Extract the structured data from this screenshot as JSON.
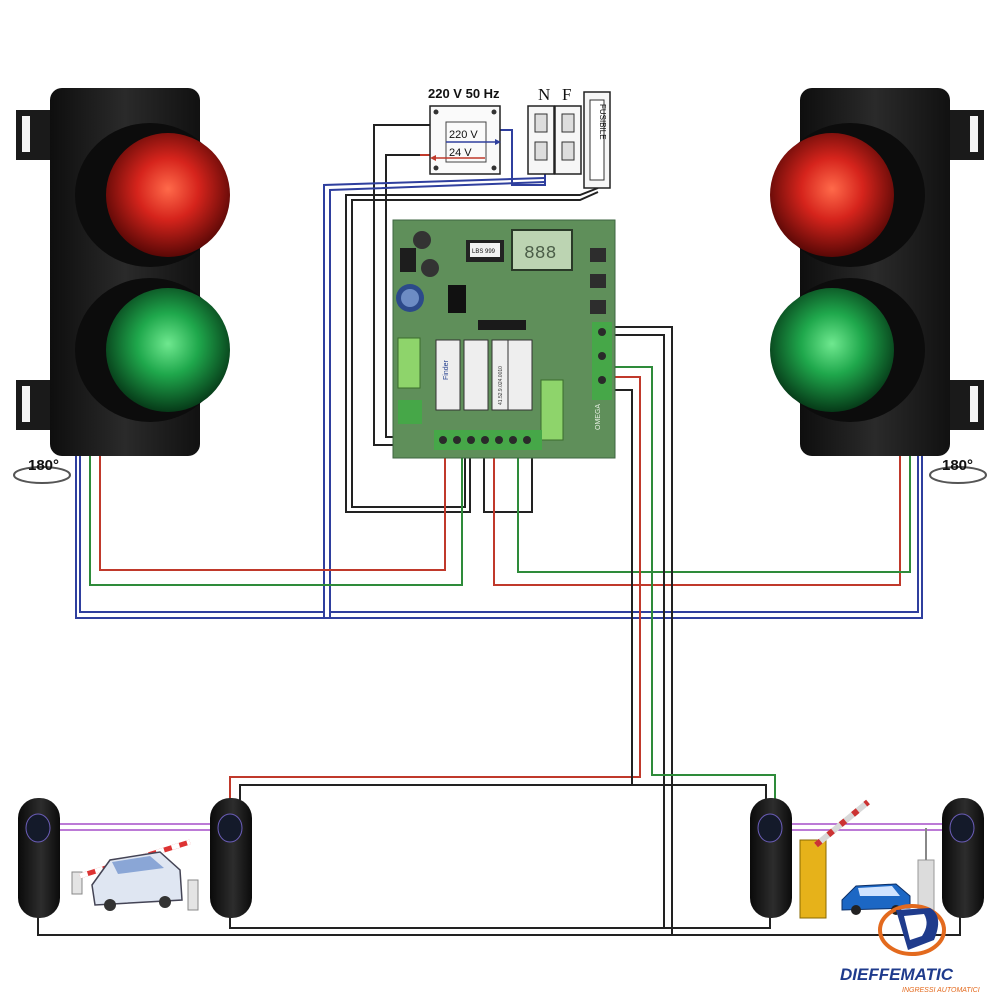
{
  "supply": {
    "title": "220 V 50 Hz",
    "primary": "220 V",
    "secondary": "24 V"
  },
  "terminals": {
    "neutral": "N",
    "phase": "F",
    "fuse": "FUSIBILE"
  },
  "board": {
    "display": "888",
    "chip_label": "LBS 999",
    "relay_brand": "Finder",
    "relay_code": "41.52.9.024.0010",
    "side_label": "OMEGA"
  },
  "rotation": {
    "left": "180°",
    "right": "180°"
  },
  "brand": {
    "name": "DIEFFEMATIC",
    "tagline": "INGRESSI AUTOMATICI"
  },
  "colors": {
    "wire_red": "#c0392b",
    "wire_green": "#2e8b3a",
    "wire_blue": "#2f3f9e",
    "wire_black": "#222222",
    "board_green": "#5f8f5a",
    "brand_blue": "#1f3b8c",
    "brand_orange": "#e36a1e",
    "beam_purple": "#a64fc9"
  }
}
